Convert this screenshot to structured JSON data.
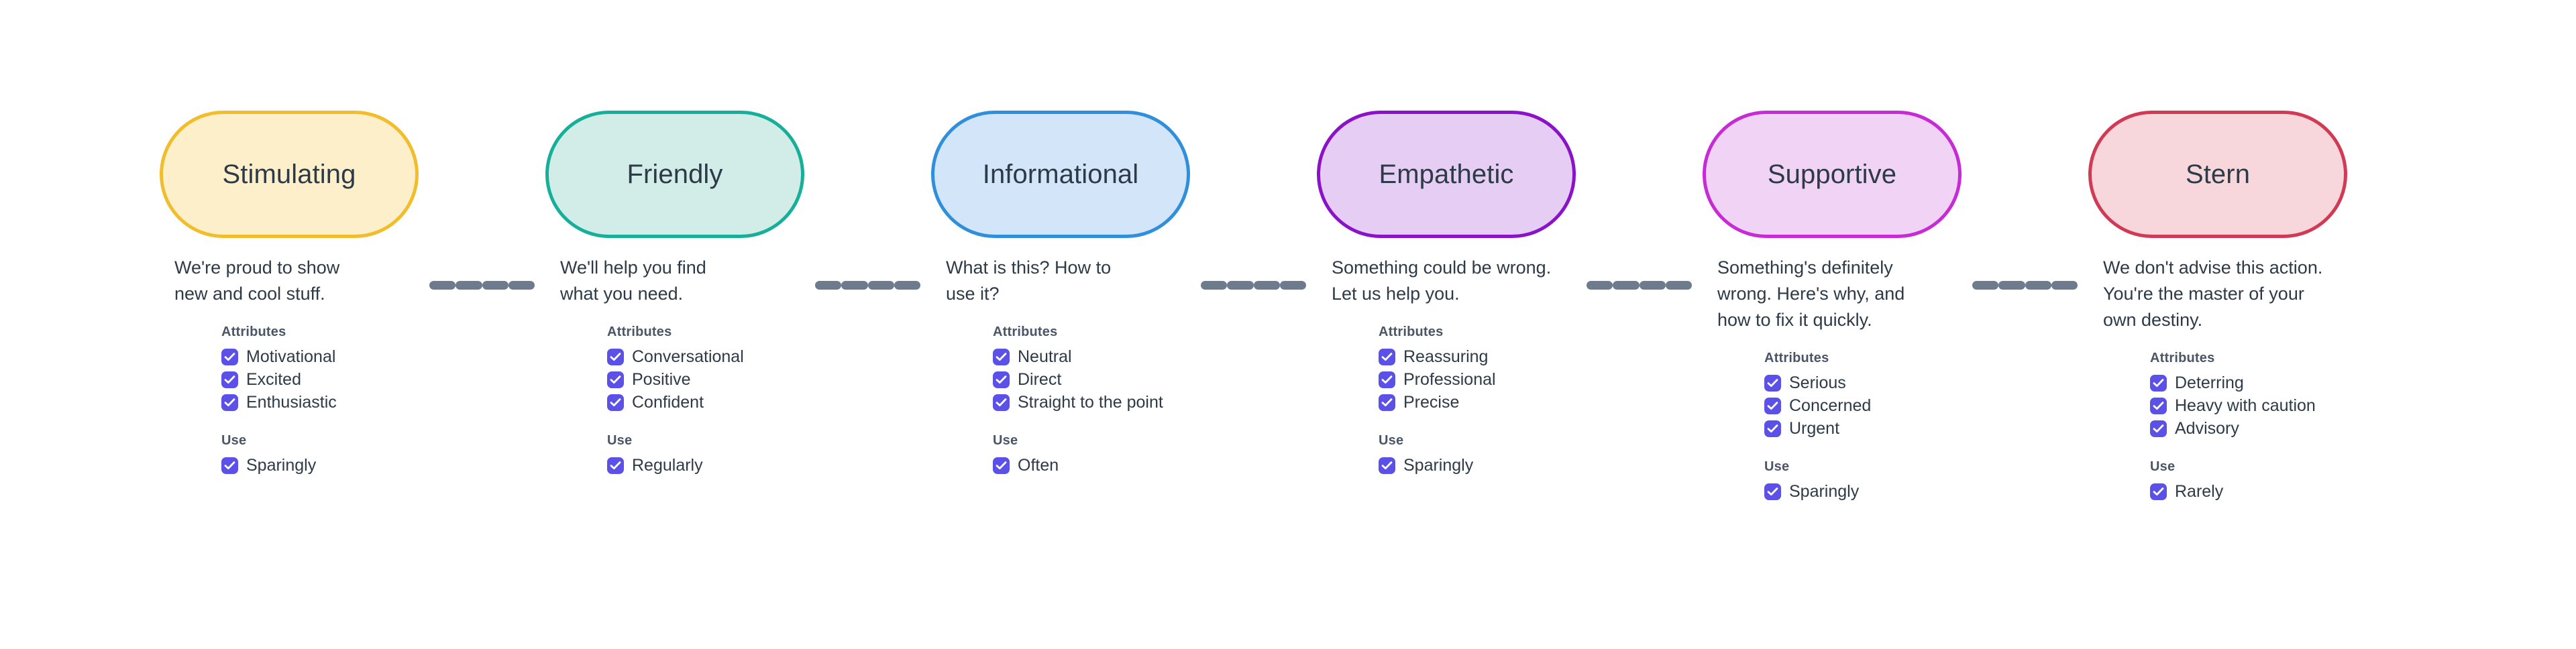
{
  "theme": {
    "background": "#ffffff",
    "text_color": "#2d3a47",
    "section_title_color": "#4a5568",
    "checkbox_color": "#5b51e8",
    "connector_color": "#6d7b8d"
  },
  "labels": {
    "attributes_heading": "Attributes",
    "use_heading": "Use"
  },
  "tones": [
    {
      "name": "Stimulating",
      "fill": "#fcefc9",
      "border": "#f2bd2a",
      "description": "We're proud to show\nnew and cool stuff.",
      "attributes": [
        "Motivational",
        "Excited",
        "Enthusiastic"
      ],
      "use": [
        "Sparingly"
      ]
    },
    {
      "name": "Friendly",
      "fill": "#d2ede8",
      "border": "#16b09a",
      "description": "We'll help you find\nwhat you need.",
      "attributes": [
        "Conversational",
        "Positive",
        "Confident"
      ],
      "use": [
        "Regularly"
      ]
    },
    {
      "name": "Informational",
      "fill": "#d3e5f8",
      "border": "#2f8fdb",
      "description": "What is this? How to\nuse it?",
      "attributes": [
        "Neutral",
        "Direct",
        "Straight to the point"
      ],
      "use": [
        "Often"
      ]
    },
    {
      "name": "Empathetic",
      "fill": "#e6cdf3",
      "border": "#8a12c9",
      "description": "Something could be wrong.\nLet us help you.",
      "attributes": [
        "Reassuring",
        "Professional",
        "Precise"
      ],
      "use": [
        "Sparingly"
      ]
    },
    {
      "name": "Supportive",
      "fill": "#f0d3f5",
      "border": "#c62bd5",
      "description": "Something's definitely\nwrong. Here's why, and\nhow to fix it quickly.",
      "attributes": [
        "Serious",
        "Concerned",
        "Urgent"
      ],
      "use": [
        "Sparingly"
      ]
    },
    {
      "name": "Stern",
      "fill": "#f7d6dc",
      "border": "#d13a55",
      "description": "We don't advise this action.\nYou're the master of your\nown destiny.",
      "attributes": [
        "Deterring",
        "Heavy with caution",
        "Advisory"
      ],
      "use": [
        "Rarely"
      ]
    }
  ],
  "layout": {
    "pill_left_positions": [
      238,
      813,
      1388,
      1963,
      2538,
      3113
    ],
    "column_left_positions": [
      330,
      905,
      1480,
      2055,
      2630,
      3205
    ],
    "connector_count": 5,
    "dashes_per_connector": 4
  }
}
